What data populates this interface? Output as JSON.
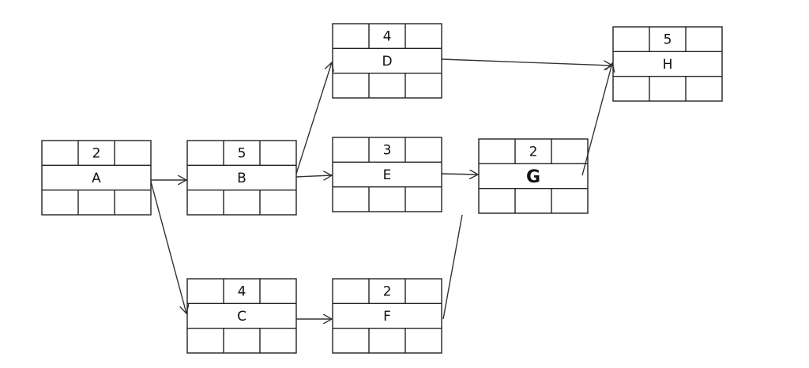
{
  "diagram": {
    "activities": [
      {
        "id": "A",
        "name": "A",
        "duration": "2"
      },
      {
        "id": "B",
        "name": "B",
        "duration": "5"
      },
      {
        "id": "C",
        "name": "C",
        "duration": "4"
      },
      {
        "id": "D",
        "name": "D",
        "duration": "4"
      },
      {
        "id": "E",
        "name": "E",
        "duration": "3"
      },
      {
        "id": "F",
        "name": "F",
        "duration": "2"
      },
      {
        "id": "G",
        "name": "G",
        "duration": "2"
      },
      {
        "id": "H",
        "name": "H",
        "duration": "5"
      }
    ],
    "dependencies": [
      {
        "from": "A",
        "to": "B"
      },
      {
        "from": "A",
        "to": "C"
      },
      {
        "from": "B",
        "to": "D"
      },
      {
        "from": "B",
        "to": "E"
      },
      {
        "from": "C",
        "to": "F"
      },
      {
        "from": "D",
        "to": "H"
      },
      {
        "from": "E",
        "to": "G"
      },
      {
        "from": "F",
        "to": "G"
      },
      {
        "from": "G",
        "to": "H"
      }
    ]
  }
}
